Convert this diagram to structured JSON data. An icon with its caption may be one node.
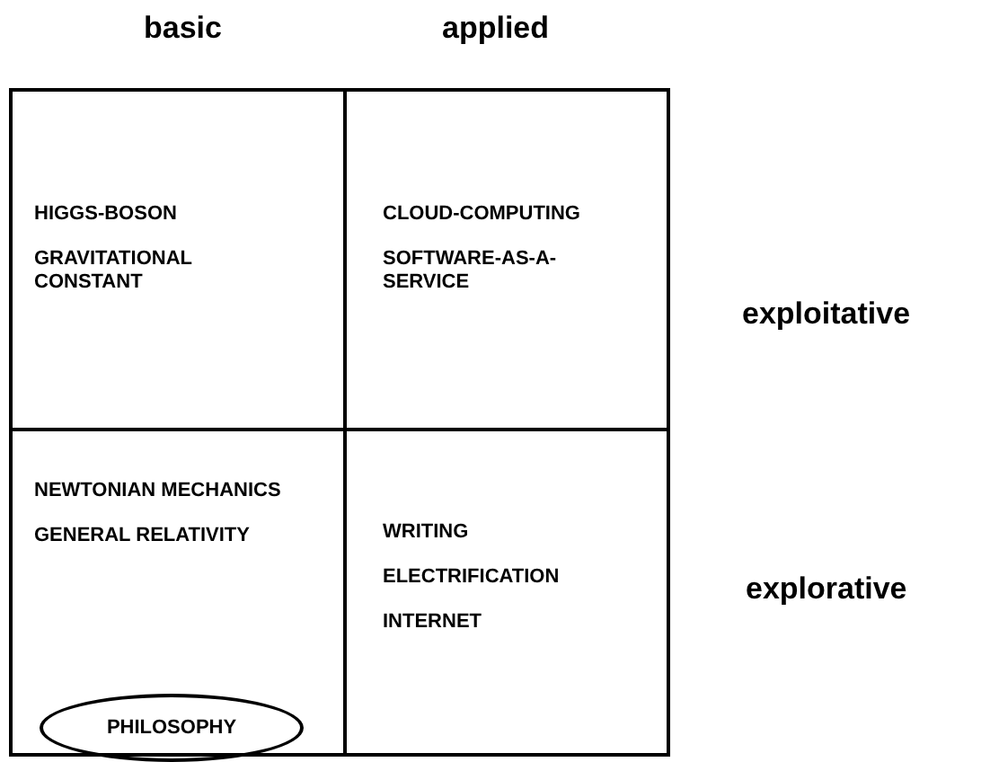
{
  "diagram": {
    "nodes": [
      {
        "text": [
          "HIGGS-BOSON",
          "GRAVITATIONAL CONSTANT"
        ]
      },
      {
        "text": [
          "CLOUD-COMPUTING",
          "SOFTWARE-AS-A-SERVICE"
        ]
      },
      {
        "text": [
          "NEWTONIAN MECHANICS",
          "GENERAL RELATIVITY"
        ]
      },
      {
        "text": [
          "PHILOSOPHY"
        ],
        "in": 2
      },
      {
        "text": [
          "WRITING",
          "ELECTRIFICATION",
          "INTERNET"
        ]
      }
    ],
    "edges": [],
    "labels": [
      "basic",
      "applied",
      "exploitative",
      "explorative"
    ]
  }
}
